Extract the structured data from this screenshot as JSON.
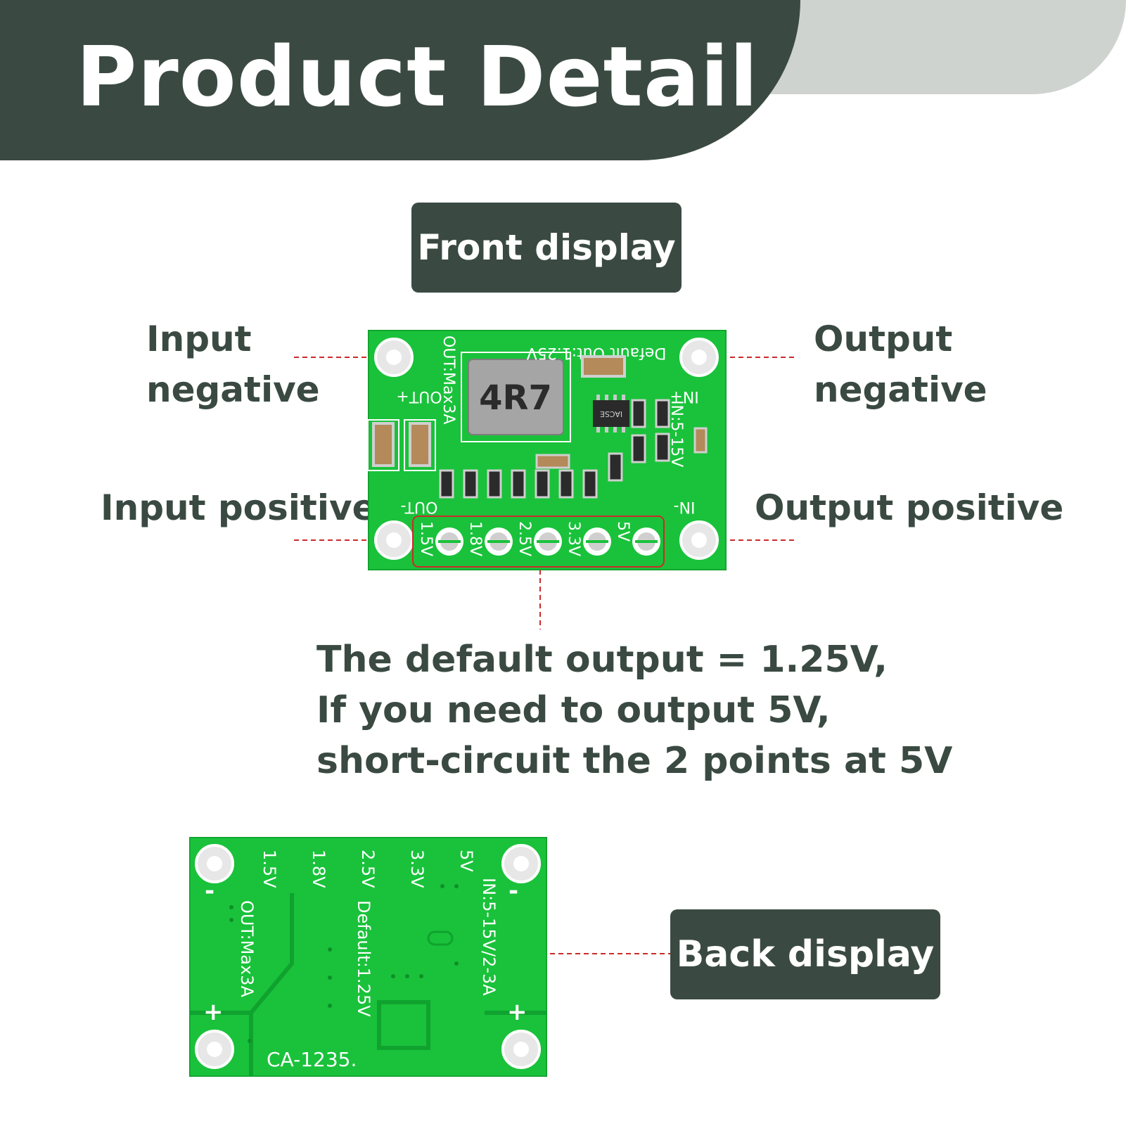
{
  "header": {
    "title": "Product Detail"
  },
  "front": {
    "label": "Front display",
    "callouts": {
      "input_negative": [
        "Input",
        "negative"
      ],
      "output_negative": [
        "Output",
        "negative"
      ],
      "input_positive": "Input positive",
      "output_positive": "Output positive"
    },
    "description": [
      "The default output = 1.25V,",
      "If you need to output 5V,",
      "short-circuit the 2 points at 5V"
    ],
    "silkscreen": {
      "default_out": "Default Out:1.25V",
      "out_max": "OUT:Max3A",
      "inductor": "4R7",
      "chip": "IACSE",
      "out_plus": "OUT+",
      "out_minus": "OUT-",
      "in_plus": "IN+",
      "in_minus": "IN-",
      "input_range": "IN:5-15V",
      "voltages": [
        "1.5V",
        "1.8V",
        "2.5V",
        "3.3V",
        "5V"
      ]
    }
  },
  "back": {
    "label": "Back display",
    "silkscreen": {
      "voltages": [
        "1.5V",
        "1.8V",
        "2.5V",
        "3.3V",
        "5V"
      ],
      "out_max": "OUT:Max3A",
      "default": "Default:1.25V",
      "input_range": "IN:5-15V/2-3A",
      "model": "CA-1235.",
      "minus": "-",
      "plus": "+"
    }
  },
  "colors": {
    "header_dark": "#3a4a42",
    "header_light": "#cfd3d0",
    "pcb_green": "#19c23a",
    "callout_line": "#cc2a2a"
  }
}
